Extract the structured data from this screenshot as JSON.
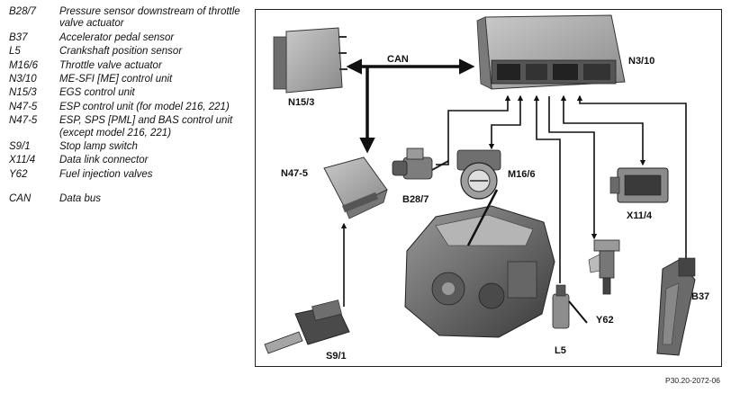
{
  "legend": [
    {
      "code": "B28/7",
      "desc": "Pressure sensor downstream of throttle valve actuator"
    },
    {
      "code": "B37",
      "desc": "Accelerator pedal sensor"
    },
    {
      "code": "L5",
      "desc": "Crankshaft position sensor"
    },
    {
      "code": "M16/6",
      "desc": "Throttle valve actuator"
    },
    {
      "code": "N3/10",
      "desc": "ME-SFI [ME] control unit"
    },
    {
      "code": "N15/3",
      "desc": "EGS control unit"
    },
    {
      "code": "N47-5",
      "desc": "ESP control unit (for model 216, 221)"
    },
    {
      "code": "N47-5",
      "desc": "ESP, SPS [PML] and BAS control unit (except model 216, 221)"
    },
    {
      "code": "S9/1",
      "desc": "Stop lamp switch"
    },
    {
      "code": "X11/4",
      "desc": "Data link connector"
    },
    {
      "code": "Y62",
      "desc": "Fuel injection valves"
    },
    {
      "code": "CAN",
      "desc": "Data bus"
    }
  ],
  "diagram": {
    "can_label": "CAN",
    "labels": {
      "n3_10": "N3/10",
      "n15_3": "N15/3",
      "n47_5": "N47-5",
      "b28_7": "B28/7",
      "m16_6": "M16/6",
      "x11_4": "X11/4",
      "y62": "Y62",
      "b37": "B37",
      "l5": "L5",
      "s9_1": "S9/1"
    }
  },
  "reference": "P30.20-2072-06"
}
